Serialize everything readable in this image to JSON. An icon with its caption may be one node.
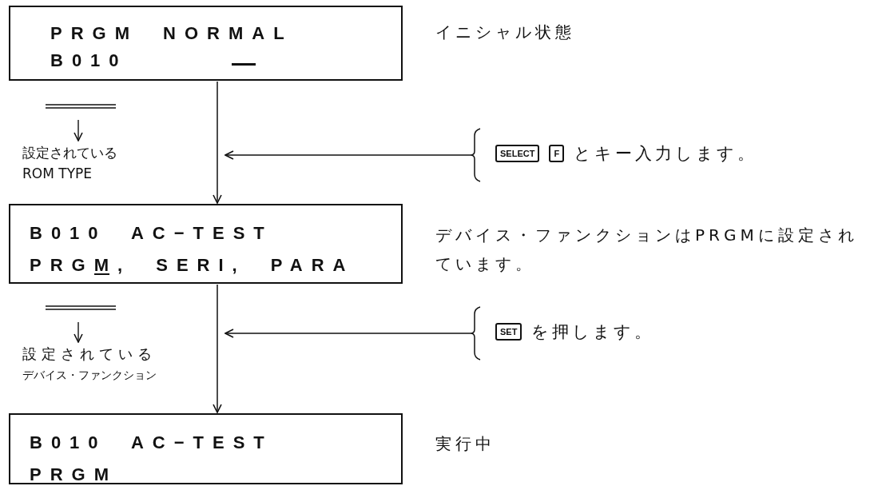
{
  "diagram": {
    "nodes": [
      {
        "text": [
          "PRGM NORMAL",
          "B010"
        ],
        "beside": [
          "イニシャル状態"
        ]
      },
      {
        "text": [
          "B010 AC−TEST",
          "PRGM, SERI, PARA"
        ],
        "beside": [
          "デバイス・ファンクションはPRGMに設定されています。"
        ]
      },
      {
        "text": [
          "B010 AC−TEST",
          "PRGM"
        ],
        "beside": [
          "実行中"
        ]
      },
      {
        "text": [
          "SELECT",
          "F",
          "とキー入力します。"
        ]
      },
      {
        "text": [
          "SET",
          "を押します。"
        ]
      }
    ],
    "edges": [
      {
        "from": 0,
        "to": 1,
        "arrow": "to"
      },
      {
        "from": 1,
        "to": 2,
        "arrow": "to"
      },
      {
        "from": 3,
        "to": null,
        "arrow": "to"
      },
      {
        "from": 4,
        "to": null,
        "arrow": "to"
      }
    ],
    "labels": [
      "設定されている ROM TYPE",
      "設定されているデバイス・ファンクション"
    ]
  }
}
